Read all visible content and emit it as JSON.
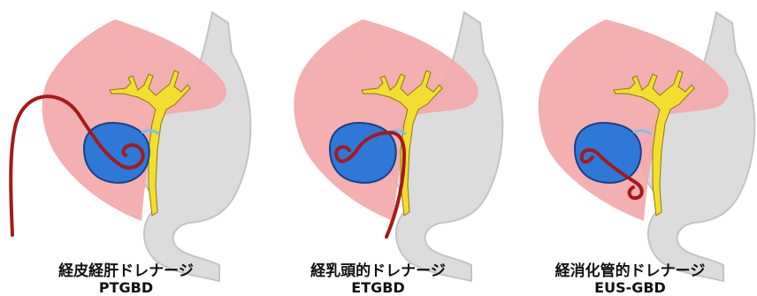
{
  "panels": [
    {
      "jp_label": "経皮経肝ドレナージ",
      "en_label": "PTGBD"
    },
    {
      "jp_label": "経乳頭的ドレナージ",
      "en_label": "ETGBD"
    },
    {
      "jp_label": "経消化管的ドレナージ",
      "en_label": "EUS-GBD"
    }
  ],
  "colors": {
    "liver": "#f3a9aa",
    "stomach_duodenum": "#d8d8d8",
    "bile_duct": "#f2de2e",
    "gallbladder": "#2e78d8",
    "drainage_tube": "#a51a1a"
  }
}
